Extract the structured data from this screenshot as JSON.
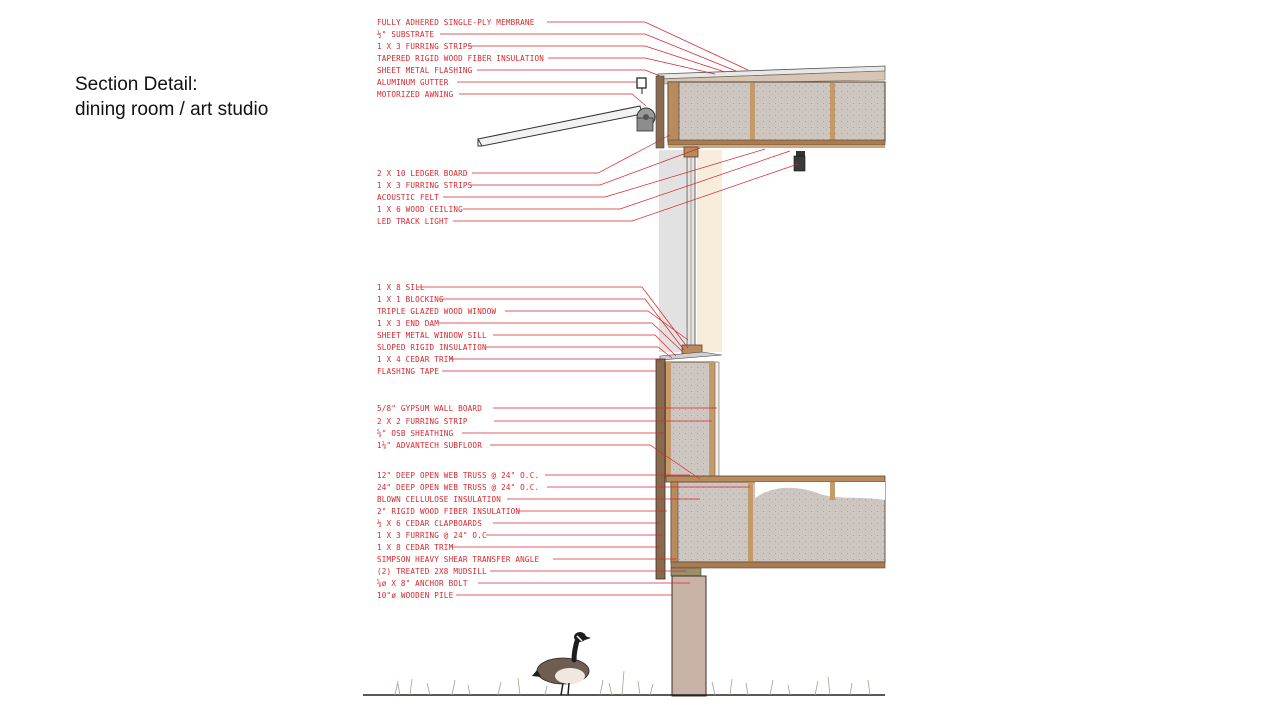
{
  "slide": {
    "title_line1": "Section Detail:",
    "title_line2": "dining room / art studio"
  },
  "colors": {
    "annotation": "#d8262c",
    "insulation": "#cfc8c3",
    "wood": "#b98a5c",
    "cedar": "#8a6a4f",
    "glass": "#d9d9d9",
    "light_beam": "#f7ecd6",
    "pile": "#c9b2a6"
  },
  "labels_upper": [
    "FULLY ADHERED SINGLE-PLY MEMBRANE",
    "½\" SUBSTRATE",
    "1 X 3 FURRING STRIPS",
    "TAPERED RIGID WOOD FIBER INSULATION",
    "SHEET METAL FLASHING",
    "ALUMINUM GUTTER",
    "MOTORIZED AWNING"
  ],
  "labels_ceiling": [
    "2 X 10 LEDGER BOARD",
    "1 X 3 FURRING STRIPS",
    "ACOUSTIC FELT",
    "1 X 6 WOOD CEILING",
    "LED TRACK LIGHT"
  ],
  "labels_window": [
    "1 X 8 SILL",
    "1 X 1 BLOCKING",
    "TRIPLE GLAZED WOOD WINDOW",
    "1 X 3 END DAM",
    "SHEET METAL WINDOW SILL",
    "SLOPED RIGID INSULATION",
    "1 X 4 CEDAR TRIM",
    "FLASHING TAPE"
  ],
  "labels_wall": [
    "5/8\" GYPSUM WALL BOARD",
    "2 X 2 FURRING STRIP",
    "⅝\" OSB SHEATHING",
    "1⅛\" ADVANTECH SUBFLOOR"
  ],
  "labels_floor": [
    "12\" DEEP OPEN WEB TRUSS @ 24\" O.C.",
    "24\" DEEP OPEN WEB TRUSS @ 24\" O.C.",
    "BLOWN CELLULOSE INSULATION",
    "2\" RIGID WOOD FIBER INSULATION",
    "½ X 6 CEDAR CLAPBOARDS",
    "1 X 3 FURRING @ 24\" O.C",
    "1 X 8 CEDAR TRIM",
    "SIMPSON HEAVY SHEAR TRANSFER ANGLE",
    "(2) TREATED 2X8 MUDSILL",
    "⅝ø X 8\" ANCHOR BOLT",
    "10\"ø WOODEN PILE"
  ],
  "icons": {
    "goose": "goose-icon",
    "awning": "awning-icon",
    "track_light": "track-light-icon",
    "gutter": "gutter-icon"
  }
}
